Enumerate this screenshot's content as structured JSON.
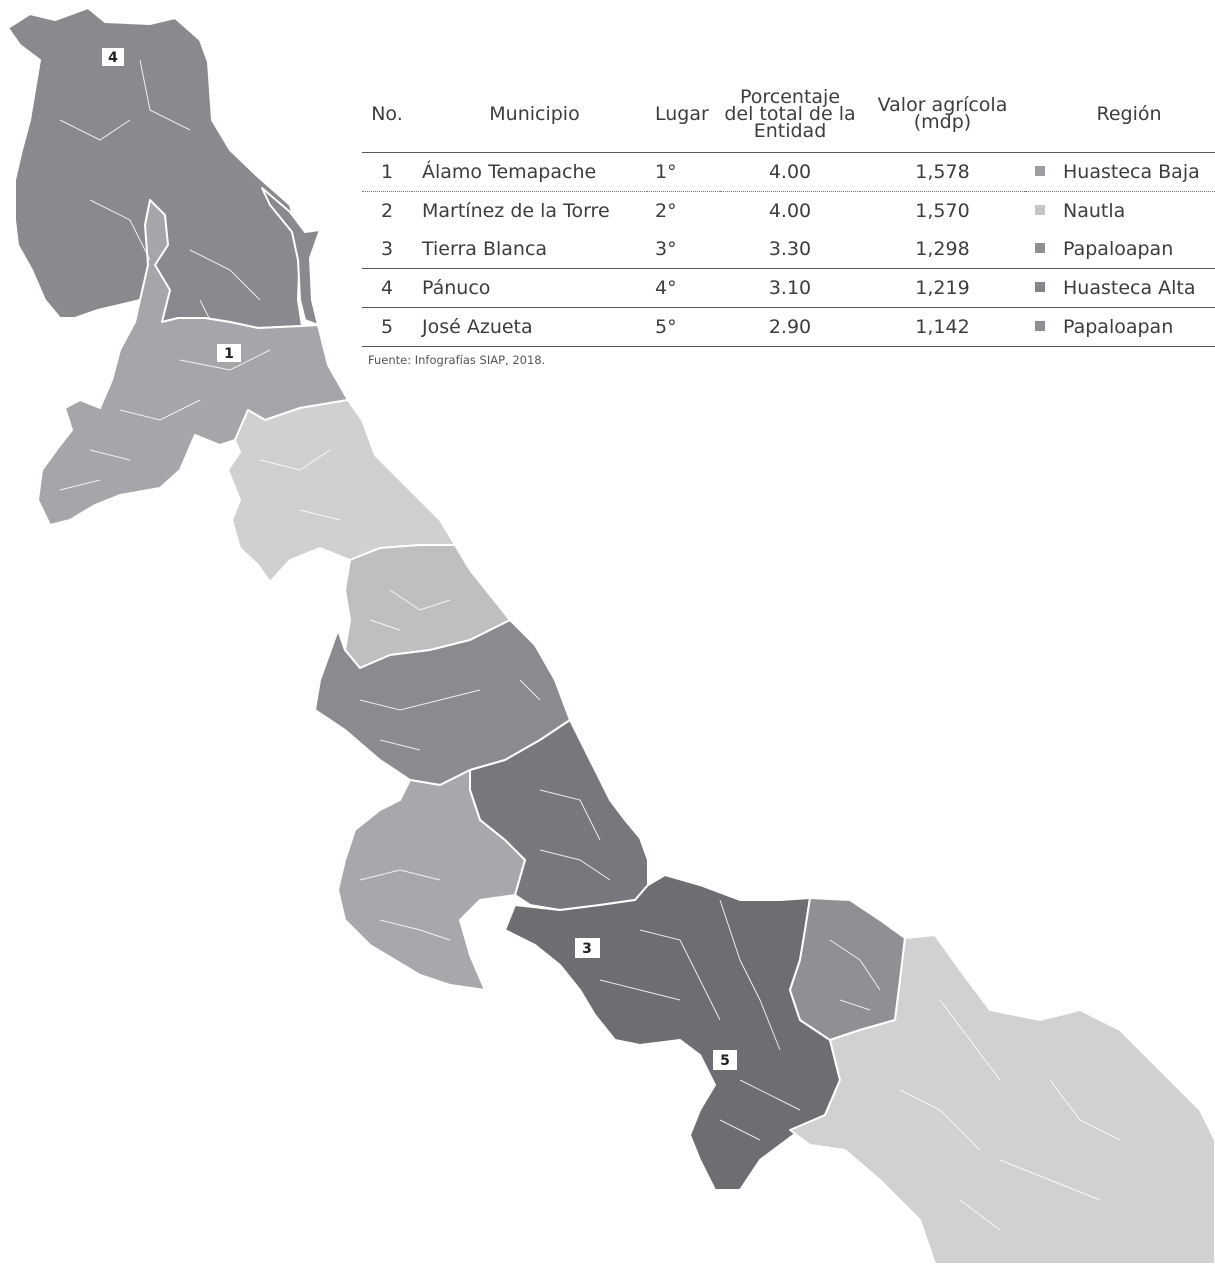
{
  "colors": {
    "huasteca_alta": "#898a8d",
    "huasteca_baja": "#a5a6a9",
    "totonaca": "#cfd0d2",
    "nautla": "#bebfc1",
    "capital": "#8a8b8e",
    "sotavento": "#77787b",
    "montanas": "#a7a8ab",
    "papaloapan": "#6d6e71",
    "tuxtlas": "#8f9093",
    "olmeca": "#d0d1d3"
  },
  "map": {
    "markers": [
      {
        "label": "4"
      },
      {
        "label": "1"
      },
      {
        "label": "3"
      },
      {
        "label": "5"
      }
    ]
  },
  "table": {
    "headers": {
      "no": "No.",
      "municipio": "Municipio",
      "lugar": "Lugar",
      "porcentaje": [
        "Porcentaje",
        "del total de la",
        "Entidad"
      ],
      "valor": [
        "Valor agrícola",
        "(mdp)"
      ],
      "region": "Región"
    },
    "rows": [
      {
        "no": "1",
        "municipio": "Álamo Temapache",
        "lugar": "1°",
        "porcentaje": "4.00",
        "valor": "1,578",
        "region": "Huasteca Baja",
        "swatch": "#9d9ea1"
      },
      {
        "no": "2",
        "municipio": "Martínez de la Torre",
        "lugar": "2°",
        "porcentaje": "4.00",
        "valor": "1,570",
        "region": "Nautla",
        "swatch": "#c4c5c7"
      },
      {
        "no": "3",
        "municipio": "Tierra Blanca",
        "lugar": "3°",
        "porcentaje": "3.30",
        "valor": "1,298",
        "region": "Papaloapan",
        "swatch": "#8e8f92"
      },
      {
        "no": "4",
        "municipio": "Pánuco",
        "lugar": "4°",
        "porcentaje": "3.10",
        "valor": "1,219",
        "region": "Huasteca Alta",
        "swatch": "#848588"
      },
      {
        "no": "5",
        "municipio": "José Azueta",
        "lugar": "5°",
        "porcentaje": "2.90",
        "valor": "1,142",
        "region": "Papaloapan",
        "swatch": "#8e8f92"
      }
    ]
  },
  "source": "Fuente: Infografías SIAP, 2018."
}
